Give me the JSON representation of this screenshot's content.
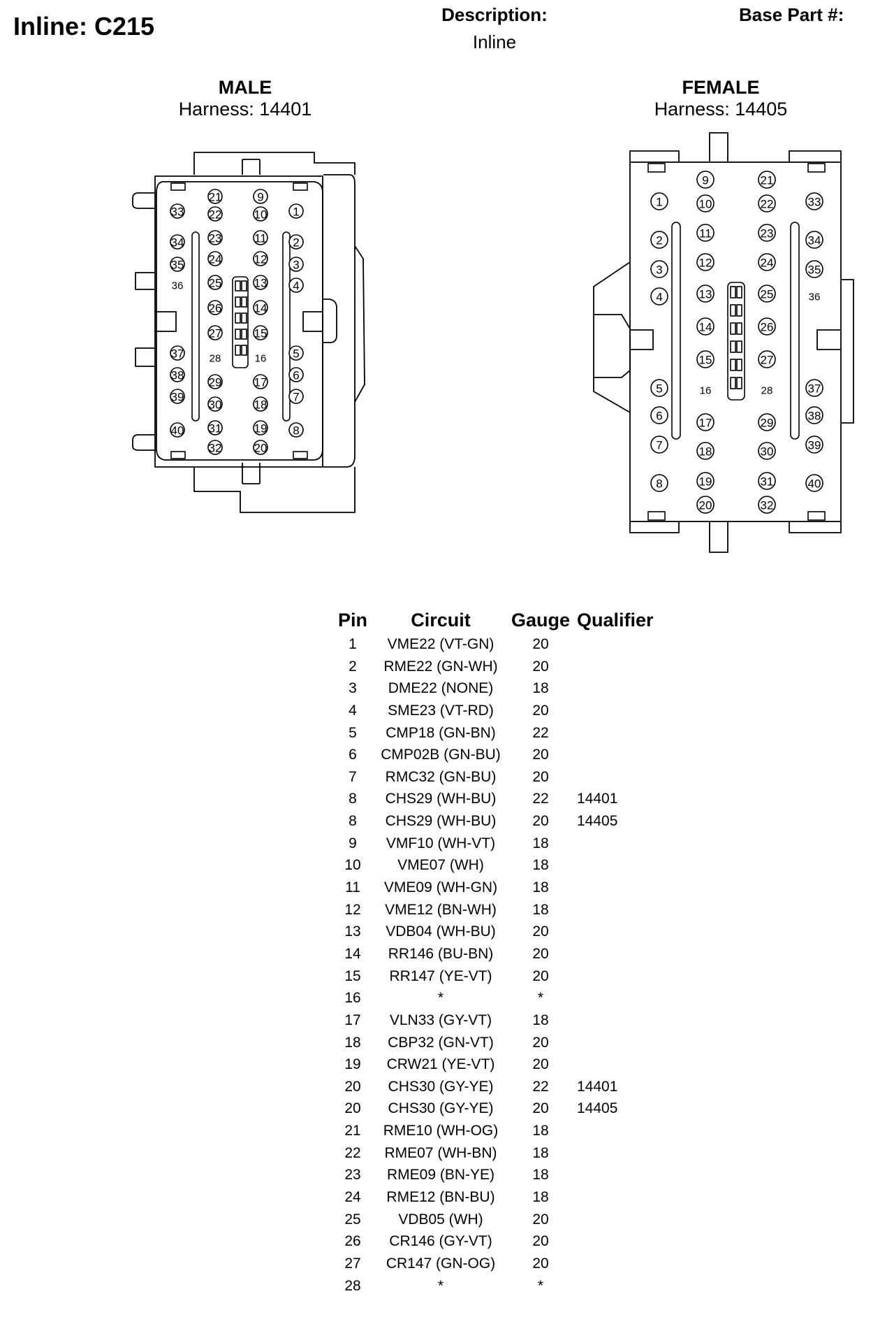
{
  "header": {
    "title": "Inline: C215",
    "description_label": "Description:",
    "description_value": "Inline",
    "base_part_label": "Base Part #:"
  },
  "connectors": {
    "male": {
      "title": "MALE",
      "harness": "Harness: 14401"
    },
    "female": {
      "title": "FEMALE",
      "harness": "Harness: 14405"
    }
  },
  "table": {
    "headers": {
      "pin": "Pin",
      "circuit": "Circuit",
      "gauge": "Gauge",
      "qualifier": "Qualifier"
    },
    "rows": [
      {
        "pin": "1",
        "circuit": "VME22 (VT-GN)",
        "gauge": "20",
        "qualifier": ""
      },
      {
        "pin": "2",
        "circuit": "RME22 (GN-WH)",
        "gauge": "20",
        "qualifier": ""
      },
      {
        "pin": "3",
        "circuit": "DME22 (NONE)",
        "gauge": "18",
        "qualifier": ""
      },
      {
        "pin": "4",
        "circuit": "SME23 (VT-RD)",
        "gauge": "20",
        "qualifier": ""
      },
      {
        "pin": "5",
        "circuit": "CMP18 (GN-BN)",
        "gauge": "22",
        "qualifier": ""
      },
      {
        "pin": "6",
        "circuit": "CMP02B (GN-BU)",
        "gauge": "20",
        "qualifier": ""
      },
      {
        "pin": "7",
        "circuit": "RMC32 (GN-BU)",
        "gauge": "20",
        "qualifier": ""
      },
      {
        "pin": "8",
        "circuit": "CHS29 (WH-BU)",
        "gauge": "22",
        "qualifier": "14401"
      },
      {
        "pin": "8",
        "circuit": "CHS29 (WH-BU)",
        "gauge": "20",
        "qualifier": "14405"
      },
      {
        "pin": "9",
        "circuit": "VMF10 (WH-VT)",
        "gauge": "18",
        "qualifier": ""
      },
      {
        "pin": "10",
        "circuit": "VME07 (WH)",
        "gauge": "18",
        "qualifier": ""
      },
      {
        "pin": "11",
        "circuit": "VME09 (WH-GN)",
        "gauge": "18",
        "qualifier": ""
      },
      {
        "pin": "12",
        "circuit": "VME12 (BN-WH)",
        "gauge": "18",
        "qualifier": ""
      },
      {
        "pin": "13",
        "circuit": "VDB04 (WH-BU)",
        "gauge": "20",
        "qualifier": ""
      },
      {
        "pin": "14",
        "circuit": "RR146 (BU-BN)",
        "gauge": "20",
        "qualifier": ""
      },
      {
        "pin": "15",
        "circuit": "RR147 (YE-VT)",
        "gauge": "20",
        "qualifier": ""
      },
      {
        "pin": "16",
        "circuit": "*",
        "gauge": "*",
        "qualifier": ""
      },
      {
        "pin": "17",
        "circuit": "VLN33 (GY-VT)",
        "gauge": "18",
        "qualifier": ""
      },
      {
        "pin": "18",
        "circuit": "CBP32 (GN-VT)",
        "gauge": "20",
        "qualifier": ""
      },
      {
        "pin": "19",
        "circuit": "CRW21 (YE-VT)",
        "gauge": "20",
        "qualifier": ""
      },
      {
        "pin": "20",
        "circuit": "CHS30 (GY-YE)",
        "gauge": "22",
        "qualifier": "14401"
      },
      {
        "pin": "20",
        "circuit": "CHS30 (GY-YE)",
        "gauge": "20",
        "qualifier": "14405"
      },
      {
        "pin": "21",
        "circuit": "RME10 (WH-OG)",
        "gauge": "18",
        "qualifier": ""
      },
      {
        "pin": "22",
        "circuit": "RME07 (WH-BN)",
        "gauge": "18",
        "qualifier": ""
      },
      {
        "pin": "23",
        "circuit": "RME09 (BN-YE)",
        "gauge": "18",
        "qualifier": ""
      },
      {
        "pin": "24",
        "circuit": "RME12 (BN-BU)",
        "gauge": "18",
        "qualifier": ""
      },
      {
        "pin": "25",
        "circuit": "VDB05 (WH)",
        "gauge": "20",
        "qualifier": ""
      },
      {
        "pin": "26",
        "circuit": "CR146 (GY-VT)",
        "gauge": "20",
        "qualifier": ""
      },
      {
        "pin": "27",
        "circuit": "CR147 (GN-OG)",
        "gauge": "20",
        "qualifier": ""
      },
      {
        "pin": "28",
        "circuit": "*",
        "gauge": "*",
        "qualifier": ""
      }
    ]
  },
  "male_pins": {
    "circled": [
      "1",
      "2",
      "3",
      "4",
      "5",
      "6",
      "7",
      "8",
      "9",
      "10",
      "11",
      "12",
      "13",
      "14",
      "15",
      "17",
      "18",
      "19",
      "20",
      "21",
      "22",
      "23",
      "24",
      "25",
      "26",
      "27",
      "29",
      "30",
      "31",
      "32",
      "33",
      "34",
      "35",
      "37",
      "38",
      "39",
      "40"
    ],
    "plain": [
      "16",
      "28",
      "36"
    ]
  },
  "female_pins": {
    "circled": [
      "1",
      "2",
      "3",
      "4",
      "5",
      "6",
      "7",
      "8",
      "9",
      "10",
      "11",
      "12",
      "13",
      "14",
      "15",
      "17",
      "18",
      "19",
      "20",
      "21",
      "22",
      "23",
      "24",
      "25",
      "26",
      "27",
      "29",
      "30",
      "31",
      "32",
      "33",
      "34",
      "35",
      "37",
      "38",
      "39",
      "40"
    ],
    "plain": [
      "16",
      "28",
      "36"
    ]
  }
}
